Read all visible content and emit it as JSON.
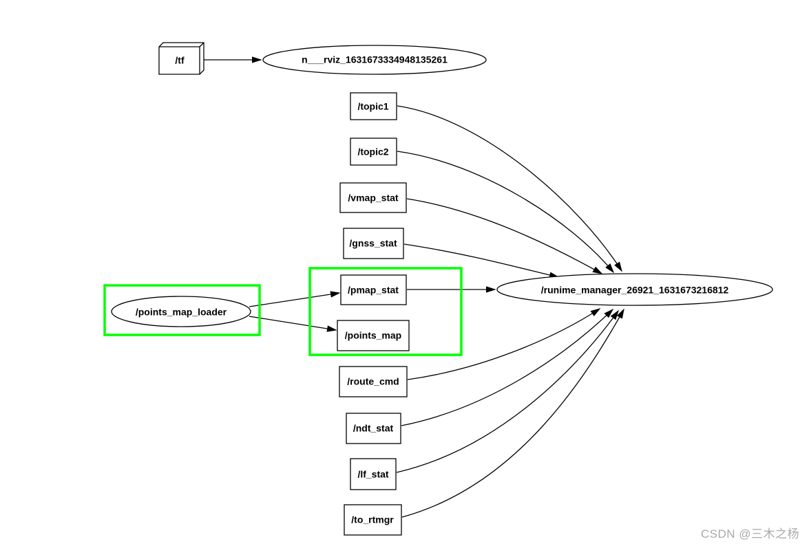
{
  "diagram": {
    "type": "ros-node-graph",
    "highlight_color": "#00ff00",
    "watermark": "CSDN @三木之杨",
    "nodes": {
      "tf": {
        "label": "/tf",
        "shape": "box3d"
      },
      "rviz": {
        "label": "n___rviz_1631673334948135261",
        "shape": "ellipse"
      },
      "topic1": {
        "label": "/topic1",
        "shape": "rect"
      },
      "topic2": {
        "label": "/topic2",
        "shape": "rect"
      },
      "vmap_stat": {
        "label": "/vmap_stat",
        "shape": "rect"
      },
      "gnss_stat": {
        "label": "/gnss_stat",
        "shape": "rect"
      },
      "pmap_stat": {
        "label": "/pmap_stat",
        "shape": "rect",
        "highlighted": true
      },
      "points_map": {
        "label": "/points_map",
        "shape": "rect",
        "highlighted": true
      },
      "points_map_loader": {
        "label": "/points_map_loader",
        "shape": "ellipse",
        "highlighted": true
      },
      "runtime_manager": {
        "label": "/runime_manager_26921_1631673216812",
        "shape": "ellipse"
      },
      "route_cmd": {
        "label": "/route_cmd",
        "shape": "rect"
      },
      "ndt_stat": {
        "label": "/ndt_stat",
        "shape": "rect"
      },
      "lf_stat": {
        "label": "/lf_stat",
        "shape": "rect"
      },
      "to_rtmgr": {
        "label": "/to_rtmgr",
        "shape": "rect"
      }
    },
    "edges": [
      {
        "from": "/tf",
        "to": "n___rviz_1631673334948135261"
      },
      {
        "from": "/topic1",
        "to": "/runime_manager_26921_1631673216812"
      },
      {
        "from": "/topic2",
        "to": "/runime_manager_26921_1631673216812"
      },
      {
        "from": "/vmap_stat",
        "to": "/runime_manager_26921_1631673216812"
      },
      {
        "from": "/gnss_stat",
        "to": "/runime_manager_26921_1631673216812"
      },
      {
        "from": "/points_map_loader",
        "to": "/pmap_stat"
      },
      {
        "from": "/points_map_loader",
        "to": "/points_map"
      },
      {
        "from": "/pmap_stat",
        "to": "/runime_manager_26921_1631673216812"
      },
      {
        "from": "/route_cmd",
        "to": "/runime_manager_26921_1631673216812"
      },
      {
        "from": "/ndt_stat",
        "to": "/runime_manager_26921_1631673216812"
      },
      {
        "from": "/lf_stat",
        "to": "/runime_manager_26921_1631673216812"
      },
      {
        "from": "/to_rtmgr",
        "to": "/runime_manager_26921_1631673216812"
      }
    ]
  }
}
